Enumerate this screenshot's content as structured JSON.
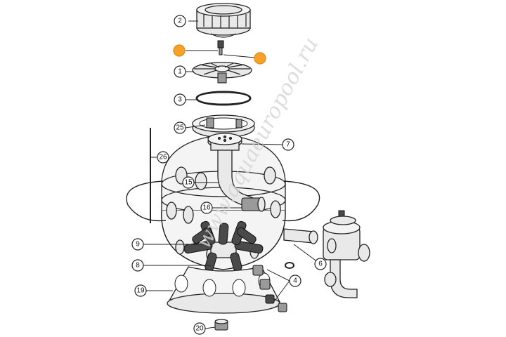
{
  "watermark": "www.aquaeuropool.ru",
  "callouts": [
    {
      "id": "c2",
      "label": "2",
      "highlight": false
    },
    {
      "id": "c12",
      "label": "",
      "highlight": true
    },
    {
      "id": "c11",
      "label": "",
      "highlight": true
    },
    {
      "id": "c1",
      "label": "1",
      "highlight": false
    },
    {
      "id": "c3",
      "label": "3",
      "highlight": false
    },
    {
      "id": "c25",
      "label": "25",
      "highlight": false
    },
    {
      "id": "c7",
      "label": "7",
      "highlight": false
    },
    {
      "id": "c26",
      "label": "26",
      "highlight": false
    },
    {
      "id": "c15",
      "label": "15",
      "highlight": false
    },
    {
      "id": "c16",
      "label": "16",
      "highlight": false
    },
    {
      "id": "c9",
      "label": "9",
      "highlight": false
    },
    {
      "id": "c6",
      "label": "6",
      "highlight": false
    },
    {
      "id": "c8",
      "label": "8",
      "highlight": false
    },
    {
      "id": "c4",
      "label": "4",
      "highlight": false
    },
    {
      "id": "c19",
      "label": "19",
      "highlight": false
    },
    {
      "id": "c20",
      "label": "20",
      "highlight": false
    }
  ],
  "colors": {
    "highlight": "#f5a12a",
    "line": "#222222",
    "watermark": "#d4d4d4"
  }
}
